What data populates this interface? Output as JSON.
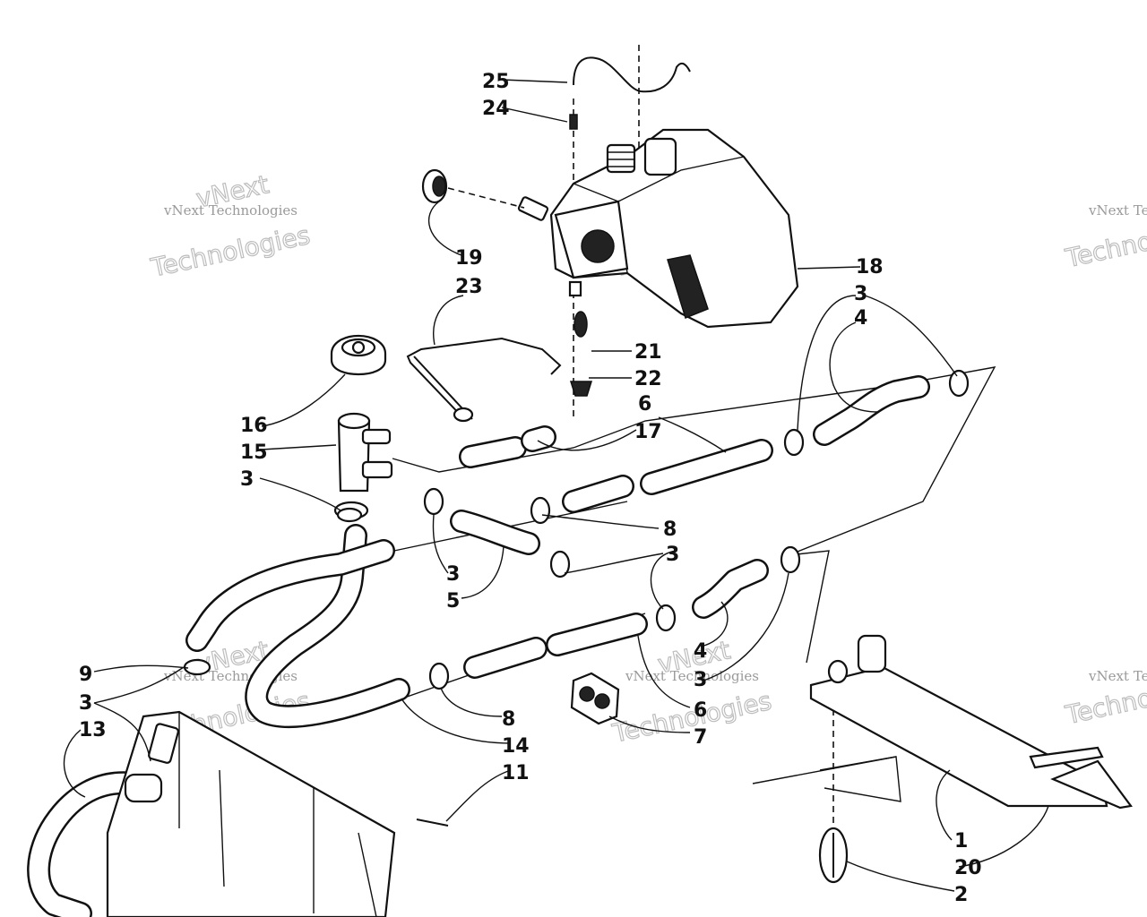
{
  "watermark": {
    "line1": "vNext Technologies",
    "line2": "vNext",
    "line3": "Technologies"
  },
  "callouts": [
    "1",
    "2",
    "3",
    "3",
    "3",
    "3",
    "3",
    "3",
    "4",
    "5",
    "6",
    "6",
    "7",
    "8",
    "8",
    "9",
    "11",
    "13",
    "14",
    "15",
    "16",
    "17",
    "18",
    "19",
    "20",
    "21",
    "22",
    "23",
    "24",
    "25"
  ],
  "colors": {
    "ink": "#111111",
    "paper": "#ffffff",
    "watermark": "#9a9a9a"
  }
}
